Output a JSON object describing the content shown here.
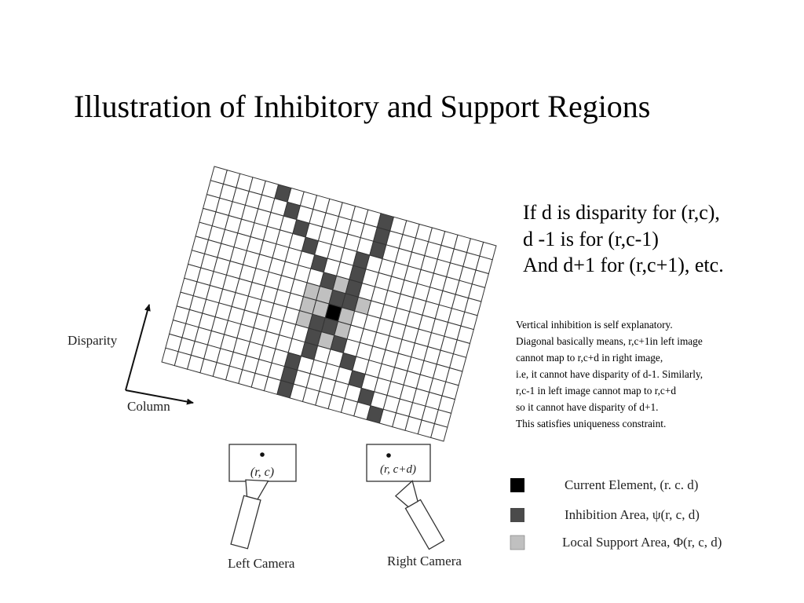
{
  "slide": {
    "title": "Illustration of Inhibitory and Support Regions"
  },
  "explanation": [
    "If d is disparity for (r,c),",
    "d -1 is for (r,c-1)",
    "And d+1 for (r,c+1), etc."
  ],
  "notes": [
    "Vertical inhibition is self explanatory.",
    "Diagonal basically means, r,c+1in left image",
    "cannot map to r,c+d in right image,",
    "i.e, it cannot have disparity of d-1. Similarly,",
    "r,c-1 in left image cannot map to r,c+d",
    "so it cannot have disparity of d+1.",
    "This satisfies uniqueness constraint."
  ],
  "figure": {
    "axis_labels": {
      "disparity": "Disparity",
      "column": "Column"
    },
    "grid": {
      "rows": 14,
      "cols": 22,
      "current": [
        [
          7,
          11
        ]
      ],
      "inhibition": [
        [
          0,
          5
        ],
        [
          1,
          6
        ],
        [
          2,
          7
        ],
        [
          3,
          8
        ],
        [
          4,
          9
        ],
        [
          5,
          10
        ],
        [
          6,
          11
        ],
        [
          8,
          11
        ],
        [
          9,
          12
        ],
        [
          10,
          13
        ],
        [
          11,
          14
        ],
        [
          12,
          15
        ],
        [
          13,
          16
        ],
        [
          0,
          13
        ],
        [
          1,
          13
        ],
        [
          2,
          13
        ],
        [
          3,
          12
        ],
        [
          4,
          12
        ],
        [
          5,
          12
        ],
        [
          6,
          12
        ],
        [
          8,
          10
        ],
        [
          9,
          10
        ],
        [
          10,
          10
        ],
        [
          11,
          9
        ],
        [
          12,
          9
        ],
        [
          13,
          9
        ]
      ],
      "support": [
        [
          5,
          11
        ],
        [
          6,
          10
        ],
        [
          7,
          10
        ],
        [
          8,
          12
        ],
        [
          9,
          11
        ],
        [
          6,
          13
        ],
        [
          7,
          12
        ],
        [
          8,
          12
        ],
        [
          8,
          9
        ],
        [
          7,
          9
        ],
        [
          6,
          9
        ]
      ]
    },
    "cameras": {
      "left": {
        "label": "Left Camera",
        "point_label": "(r, c)"
      },
      "right": {
        "label": "Right Camera",
        "point_label": "(r, c+d)"
      }
    },
    "legend": [
      {
        "label": "Current Element, (r. c. d)",
        "color": "#000000"
      },
      {
        "label": "Inhibition Area, ψ(r, c, d)",
        "color": "#4a4a4a"
      },
      {
        "label": "Local Support Area, Φ(r, c, d)",
        "color": "#c0c0c0"
      }
    ]
  }
}
